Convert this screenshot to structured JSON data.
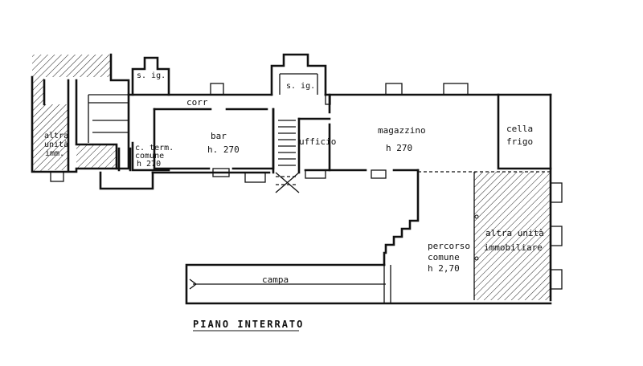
{
  "plan": {
    "title": "PIANO INTERRATO",
    "labels": {
      "sig_left": "s. ig.",
      "sig_right": "s. ig.",
      "corr": "corr",
      "bar": "bar",
      "bar_h": "h. 270",
      "c_term_1": "c. term.",
      "c_term_2": "comune",
      "c_term_h": "h 270",
      "ufficio": "ufficio",
      "magazzino": "magazzino",
      "magazzino_h": "h 270",
      "cella": "cella",
      "frigo": "frigo",
      "altra_left_1": "altra",
      "altra_left_2": "unità",
      "altra_left_3": "imm.",
      "altra_right_1": "altra unità",
      "altra_right_2": "immobiliare",
      "percorso": "percorso",
      "comune": "comune",
      "percorso_h": "h 2,70",
      "campa": "campa"
    }
  }
}
